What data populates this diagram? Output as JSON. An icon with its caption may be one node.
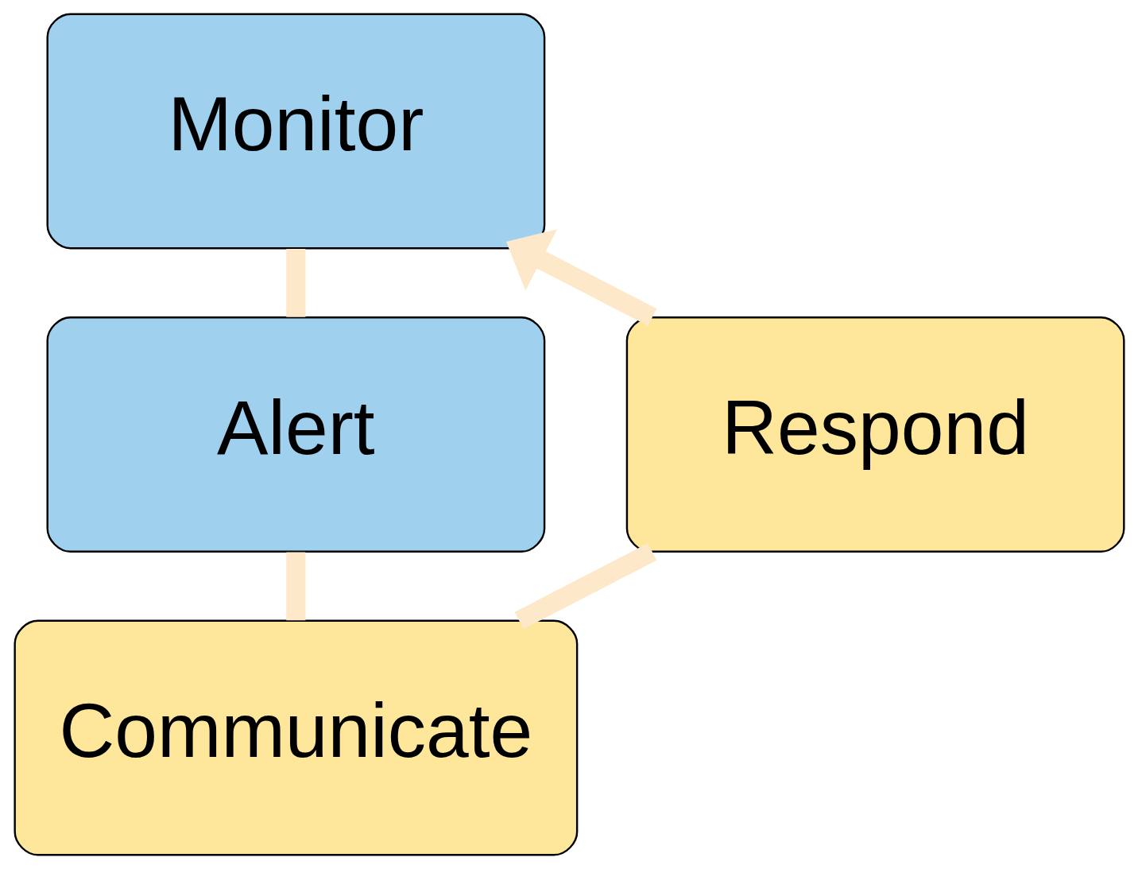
{
  "diagram": {
    "nodes": [
      {
        "text": [
          "Monitor"
        ]
      },
      {
        "text": [
          "Alert"
        ]
      },
      {
        "text": [
          "Communicate"
        ]
      },
      {
        "text": [
          "Respond"
        ]
      }
    ],
    "edges": [
      {
        "from": 0,
        "to": 1,
        "arrow": "none"
      },
      {
        "from": 1,
        "to": 2,
        "arrow": "none"
      },
      {
        "from": 2,
        "to": 3,
        "arrow": "none"
      },
      {
        "from": 3,
        "to": 0,
        "arrow": "to"
      }
    ]
  }
}
